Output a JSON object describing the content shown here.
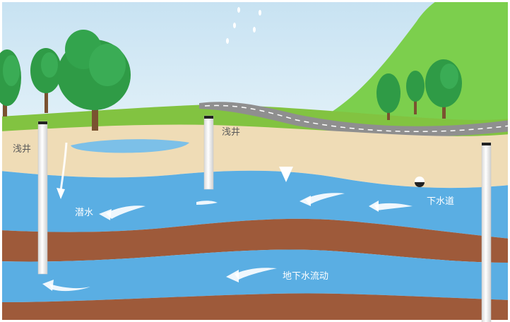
{
  "labels": {
    "well_left": "浅井",
    "well_middle": "浅井",
    "phreatic_water": "潜水",
    "sewer": "下水道",
    "groundwater_flow": "地下水流动"
  },
  "colors": {
    "sky": "#cfe6f3",
    "grass": "#82c341",
    "hill": "#7ccf4d",
    "sand": "#efdcb6",
    "water": "#5aaee3",
    "clay": "#9e5a3a",
    "road": "#8f8f8f"
  }
}
